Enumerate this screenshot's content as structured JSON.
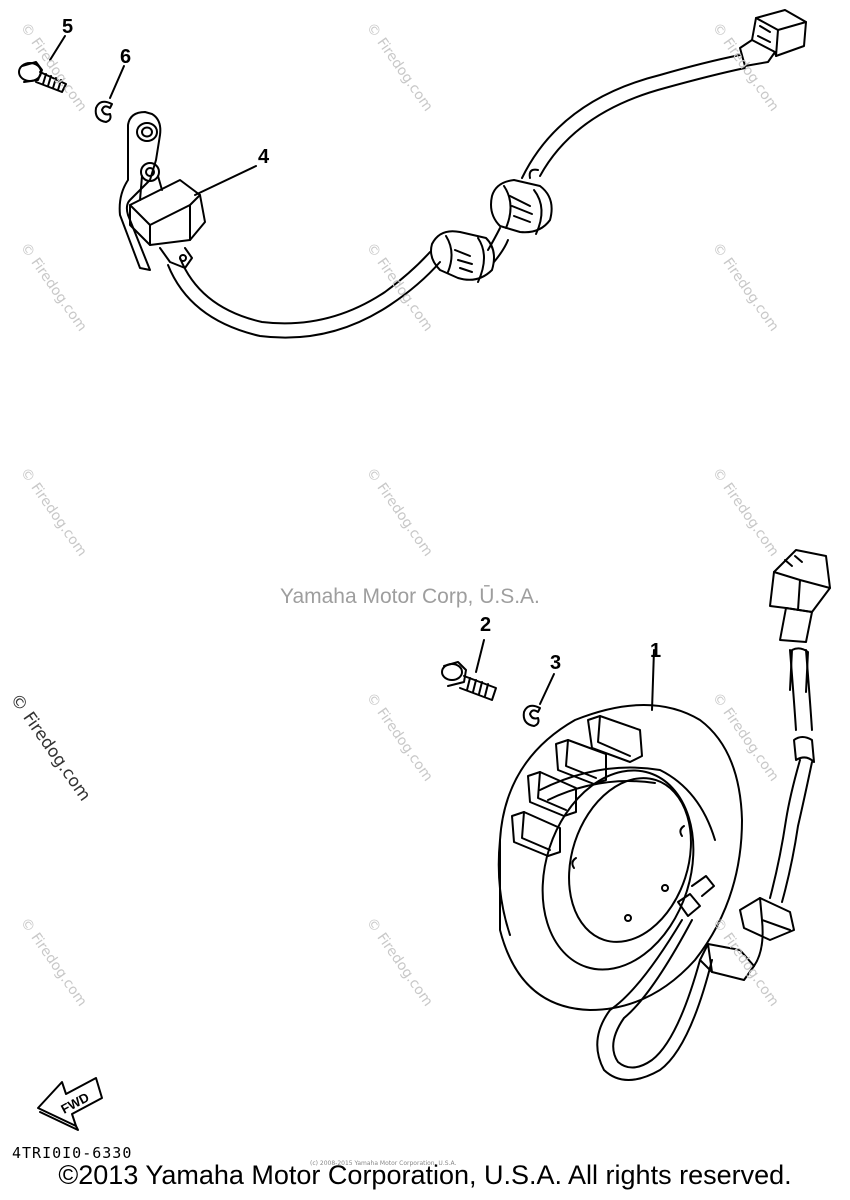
{
  "callouts": [
    {
      "id": "1",
      "label": "1"
    },
    {
      "id": "2",
      "label": "2"
    },
    {
      "id": "3",
      "label": "3"
    },
    {
      "id": "4",
      "label": "4"
    },
    {
      "id": "5",
      "label": "5"
    },
    {
      "id": "6",
      "label": "6"
    }
  ],
  "watermark_text": "© Firedog.com",
  "center_watermark": "Yamaha Motor Corp, Ū.S.A.",
  "side_watermark": "© Firedog.com",
  "part_code": "4TRI0I0-6330",
  "fwd_label": "FWD",
  "tiny_copyright": "(c) 2008-2015 Yamaha Motor Corporation, U.S.A.",
  "footer_copyright": "©2013 Yamaha Motor Corporation, U.S.A. All rights reserved."
}
